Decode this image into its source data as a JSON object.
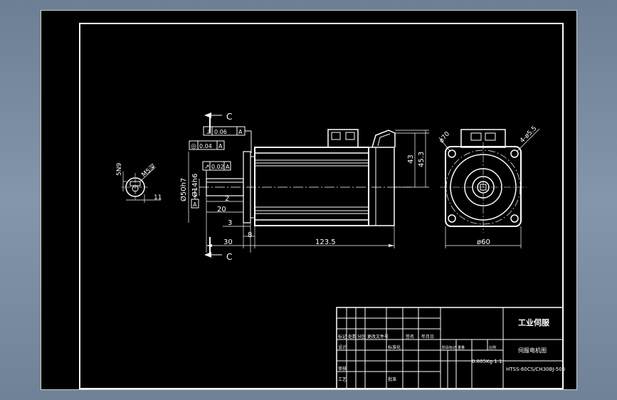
{
  "section": {
    "label_top": "C",
    "label_bottom": "C"
  },
  "tolerances": {
    "perpendicularity": "0.06",
    "perpendicularity_datum": "A",
    "concentricity": "0.04",
    "concentricity_datum": "A",
    "runout": "0.02",
    "runout_datum": "A",
    "datum_letter": "A"
  },
  "dimensions": {
    "flange_diameter": "Ø50h7",
    "shaft_diameter": "Ø14h6",
    "key_depth": "2",
    "key_length": "20",
    "flange_thickness": "3",
    "spigot": "8",
    "shaft_length": "30",
    "body_length": "123.5",
    "height_43": "43",
    "height_45_3": "45.3",
    "keyway_width": "5N9",
    "keyway_depth": "11",
    "thread": "M5深",
    "bolt_circle": "ø70",
    "holes": "4-ø5.5",
    "square": "ø60"
  },
  "title_block": {
    "company": "工业伺服",
    "drawing_name": "伺服电机图",
    "model": "HTSS-60CS/CH30BJ-500",
    "weight_scale": "0.805Kg 1:1",
    "labels_row1": [
      "标记",
      "处数",
      "分区",
      "更改文件号",
      "签名",
      "年月日"
    ],
    "labels_row2": [
      "设计",
      "标准化"
    ],
    "labels_row3": [
      "审核",
      "工艺",
      "批准"
    ],
    "stage_labels": [
      "阶段标记",
      "重量",
      "比例"
    ]
  }
}
